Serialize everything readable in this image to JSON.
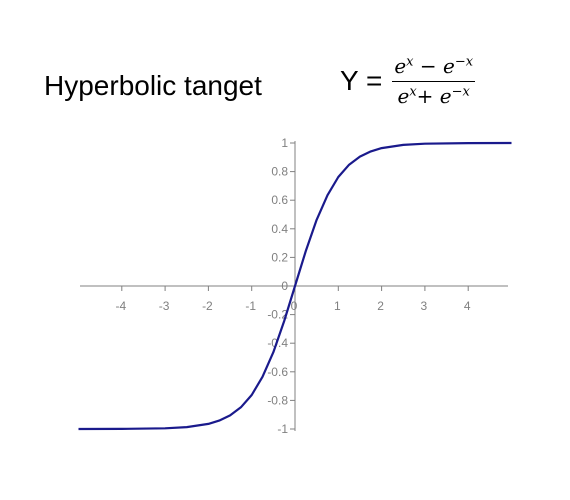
{
  "header": {
    "title": "Hyperbolic tanget",
    "formula_lhs": "Y =",
    "formula_numerator": [
      "e",
      "x",
      " − e",
      "−x"
    ],
    "formula_denominator": [
      "e",
      "x",
      "+ e",
      "−x"
    ]
  },
  "chart_data": {
    "type": "line",
    "title": "Hyperbolic tanget",
    "xlabel": "",
    "ylabel": "",
    "xlim": [
      -5,
      5
    ],
    "ylim": [
      -1,
      1
    ],
    "x_ticks": [
      -4,
      -3,
      -2,
      -1,
      0,
      1,
      2,
      3,
      4
    ],
    "x_tick_labels": [
      "-4",
      "-3",
      "-2",
      "-1",
      "0",
      "1",
      "2",
      "3",
      "4"
    ],
    "y_ticks": [
      1,
      0.8,
      0.6,
      0.4,
      0.2,
      0,
      -0.2,
      -0.4,
      -0.6,
      -0.8,
      -1
    ],
    "y_tick_labels": [
      "1",
      "0.8",
      "0.6",
      "0.4",
      "0.2",
      "0",
      "-0.2",
      "-0.4",
      "-0.6",
      "-0.8",
      "-1"
    ],
    "grid": false,
    "series": [
      {
        "color": "#1a1a8c",
        "x": [
          -5,
          -4,
          -3,
          -2.5,
          -2,
          -1.75,
          -1.5,
          -1.25,
          -1,
          -0.75,
          -0.5,
          -0.25,
          0,
          0.25,
          0.5,
          0.75,
          1,
          1.25,
          1.5,
          1.75,
          2,
          2.5,
          3,
          4,
          5
        ],
        "y": [
          -1,
          -0.999,
          -0.995,
          -0.987,
          -0.964,
          -0.941,
          -0.905,
          -0.848,
          -0.762,
          -0.635,
          -0.462,
          -0.245,
          0,
          0.245,
          0.462,
          0.635,
          0.762,
          0.848,
          0.905,
          0.941,
          0.964,
          0.987,
          0.995,
          0.999,
          1
        ]
      }
    ]
  }
}
